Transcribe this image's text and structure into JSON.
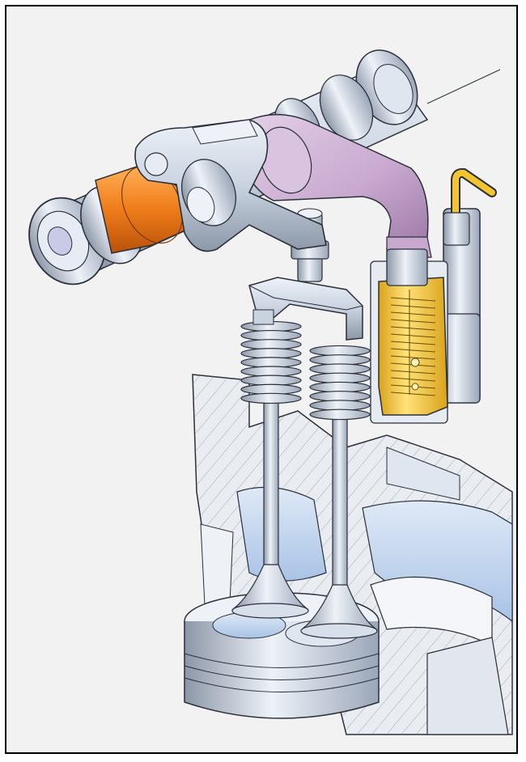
{
  "figure": {
    "subject": "cutaway-valve-train-illustration",
    "colors": {
      "frame_border": "#000000",
      "background": "#f2f2f2",
      "steel": "#c9d3e0",
      "steel_dark": "#8c97a8",
      "steel_light": "#eef2f8",
      "cam_lobe_highlight": "#f07d1a",
      "rocker_arm_highlight": "#c8a8cf",
      "actuator_highlight": "#f4c430",
      "cylinder_head_blue": "#c2d6ee",
      "outline": "#2a2f3a"
    },
    "parts": [
      "camshaft",
      "cam-lobe",
      "rocker-arm-main",
      "rocker-arm-secondary",
      "valve-bridge",
      "adjuster-screw",
      "valve-spring-left",
      "valve-spring-right",
      "valve-stem-left",
      "valve-stem-right",
      "hydraulic-actuator",
      "oil-feed-pipe",
      "cylinder-head",
      "piston"
    ]
  }
}
